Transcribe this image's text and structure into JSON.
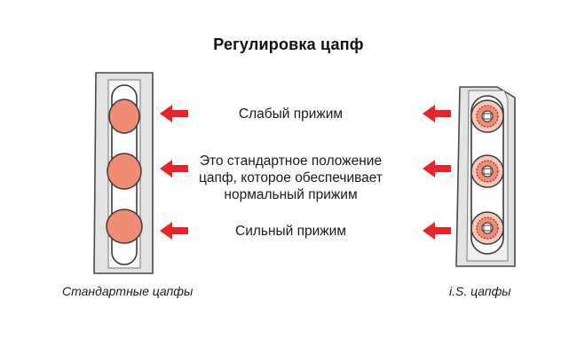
{
  "title": "Регулировка цапф",
  "labels": {
    "weak": "Слабый прижим",
    "standard_line1": "Это стандартное положение",
    "standard_line2": "цапф, которое обеспечивает",
    "standard_line3": "нормальный прижим",
    "strong": "Сильный прижим"
  },
  "captions": {
    "standard": "Стандартные цапфы",
    "is": "i.S. цапфы"
  },
  "colors": {
    "arrow": "#e8232a",
    "cam_fill": "#f08c74",
    "rail_fill": "#e3e3e3",
    "rail_stroke": "#4a4a4a"
  }
}
